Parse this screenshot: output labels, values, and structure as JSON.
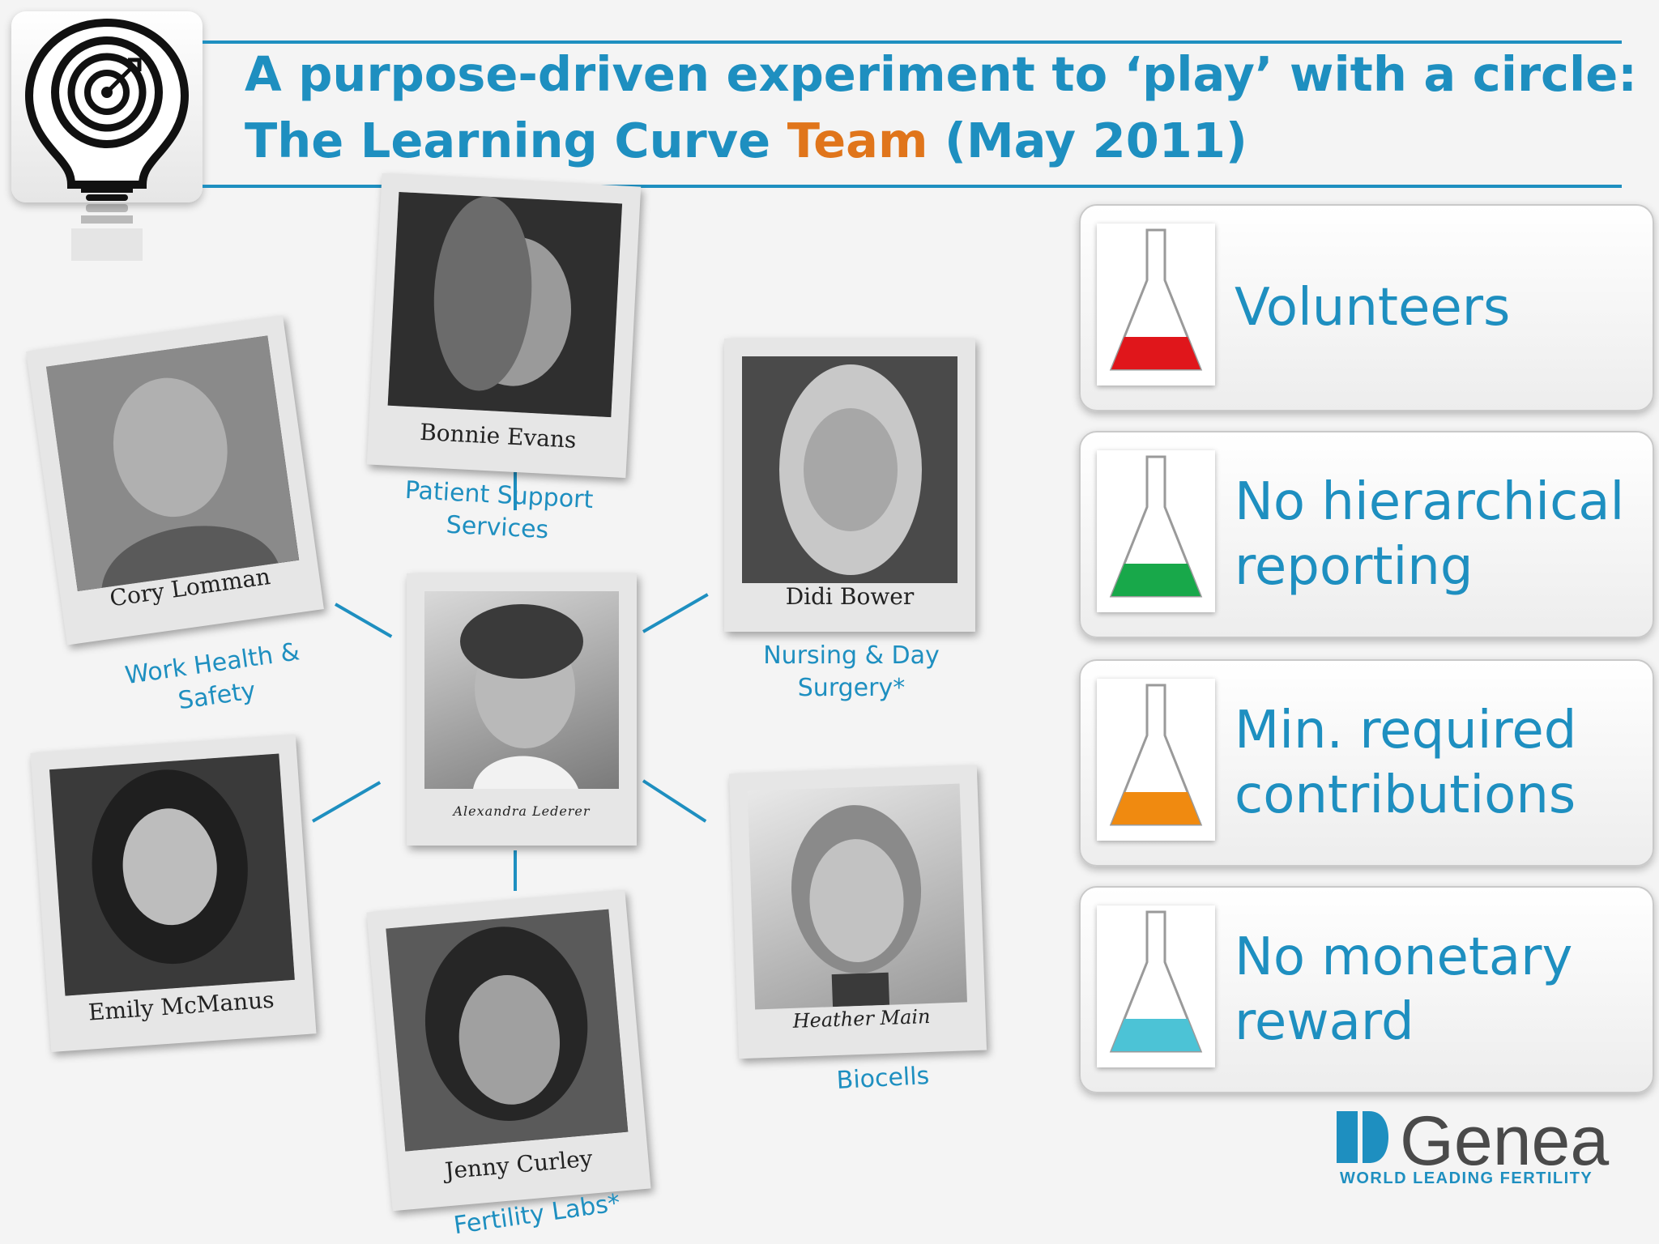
{
  "header": {
    "title_line1": "A purpose-driven experiment to ‘play’ with a circle:",
    "title_line2_part1": "The Learning Curve ",
    "title_line2_accent": "Team",
    "title_line2_part2": " (May 2011)",
    "icon": "target-lightbulb-icon",
    "accent_color": "#1e8fc0",
    "highlight_color": "#e0751b"
  },
  "team": {
    "center": {
      "name": "Alexandra Lederer"
    },
    "members": [
      {
        "name": "Bonnie Evans",
        "department": "Patient Support Services"
      },
      {
        "name": "Didi Bower",
        "department": "Nursing & Day Surgery*"
      },
      {
        "name": "Heather Main",
        "department": "Biocells"
      },
      {
        "name": "Jenny Curley",
        "department": "Fertility Labs*"
      },
      {
        "name": "Emily McManus",
        "department": ""
      },
      {
        "name": "Cory Lomman",
        "department": "Work Health & Safety"
      }
    ]
  },
  "principles": [
    {
      "label": "Volunteers",
      "liquid_color": "#e0161b"
    },
    {
      "label": "No hierarchical reporting",
      "liquid_color": "#18a84a"
    },
    {
      "label": "Min. required contributions",
      "liquid_color": "#f08a10"
    },
    {
      "label": "No monetary reward",
      "liquid_color": "#4cc3d6"
    }
  ],
  "logo": {
    "name": "Genea",
    "tagline": "WORLD LEADING FERTILITY"
  }
}
